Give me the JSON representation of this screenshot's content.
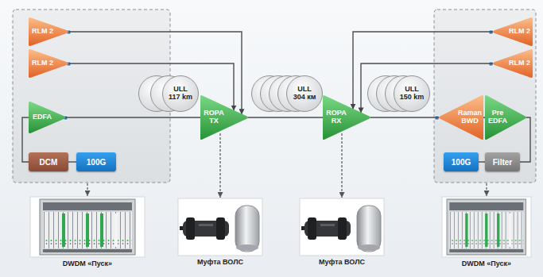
{
  "diagram": {
    "nodes": [
      {
        "text": [
          "RLM 2"
        ]
      },
      {
        "text": [
          "RLM 2"
        ]
      },
      {
        "text": [
          "EDFA"
        ]
      },
      {
        "text": [
          "DCM"
        ]
      },
      {
        "text": [
          "100G"
        ]
      },
      {
        "text": [
          "ULL 117 km"
        ]
      },
      {
        "text": [
          "ROPA TX"
        ]
      },
      {
        "text": [
          "ULL 304 км"
        ]
      },
      {
        "text": [
          "ROPA RX"
        ]
      },
      {
        "text": [
          "ULL 150 km"
        ]
      },
      {
        "text": [
          "RLM 2"
        ]
      },
      {
        "text": [
          "RLM 2"
        ]
      },
      {
        "text": [
          "Raman BWD"
        ]
      },
      {
        "text": [
          "Pre EDFA"
        ]
      },
      {
        "text": [
          "100G"
        ]
      },
      {
        "text": [
          "Filter"
        ]
      }
    ],
    "edges": [
      {
        "from": 0,
        "to": 6,
        "arrow": "to"
      },
      {
        "from": 1,
        "to": 6,
        "arrow": "to"
      },
      {
        "from": 2,
        "to": 6,
        "arrow": "none"
      },
      {
        "from": 6,
        "to": 8,
        "arrow": "none"
      },
      {
        "from": 8,
        "to": 12,
        "arrow": "none"
      },
      {
        "from": 10,
        "to": 8,
        "arrow": "to"
      },
      {
        "from": 11,
        "to": 8,
        "arrow": "to"
      },
      {
        "from": 12,
        "to": 13,
        "arrow": "none"
      },
      {
        "from": 13,
        "to": 15,
        "arrow": "none"
      },
      {
        "from": 15,
        "to": 14,
        "arrow": "none"
      },
      {
        "from": 4,
        "to": 3,
        "arrow": "none"
      },
      {
        "from": 3,
        "to": 2,
        "arrow": "none"
      }
    ],
    "labels": [
      "DWDM «Пуск»",
      "Муфта ВОЛС",
      "Муфта ВОЛС",
      "DWDM «Пуск»"
    ]
  }
}
